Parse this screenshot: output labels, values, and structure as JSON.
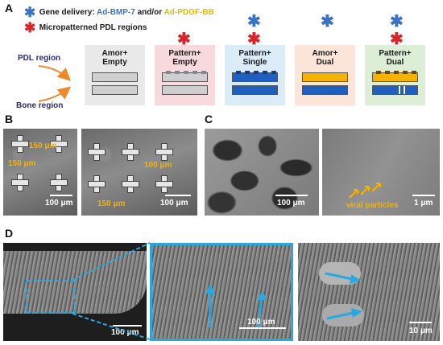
{
  "panel_a": {
    "label": "A",
    "legend": {
      "gene_prefix": "Gene delivery: ",
      "gene_bmp": "Ad-BMP-7",
      "gene_mid": " and/or ",
      "gene_pdgf": "Ad-PDGF-BB",
      "micro": "Micropatterned PDL regions",
      "blue_star_color": "#3b73c4",
      "red_star_color": "#d9262b"
    },
    "pdl_region": "PDL region",
    "bone_region": "Bone region",
    "cards": [
      {
        "line1": "Amor+",
        "line2": "Empty",
        "bg": "#e9e9e9"
      },
      {
        "line1": "Pattern+",
        "line2": "Empty",
        "bg": "#f8d9dd"
      },
      {
        "line1": "Pattern+",
        "line2": "Single",
        "bg": "#d9ecf8"
      },
      {
        "line1": "Amor+",
        "line2": "Dual",
        "bg": "#fbe5d8"
      },
      {
        "line1": "Pattern+",
        "line2": "Dual",
        "bg": "#dcefd6"
      }
    ]
  },
  "panel_b": {
    "label": "B",
    "left": {
      "dim1": "150 μm",
      "dim2": "150 μm",
      "scale": "100 μm"
    },
    "right": {
      "dim1": "100 μm",
      "dim2": "150 μm",
      "scale": "100 μm"
    }
  },
  "panel_c": {
    "label": "C",
    "left": {
      "scale": "100 μm"
    },
    "right": {
      "annotation": "viral particles",
      "scale": "1 μm"
    }
  },
  "panel_d": {
    "label": "D",
    "left": {
      "scale": "100 μm"
    },
    "middle": {
      "scale": "100 μm"
    },
    "right": {
      "scale": "10 μm"
    }
  }
}
